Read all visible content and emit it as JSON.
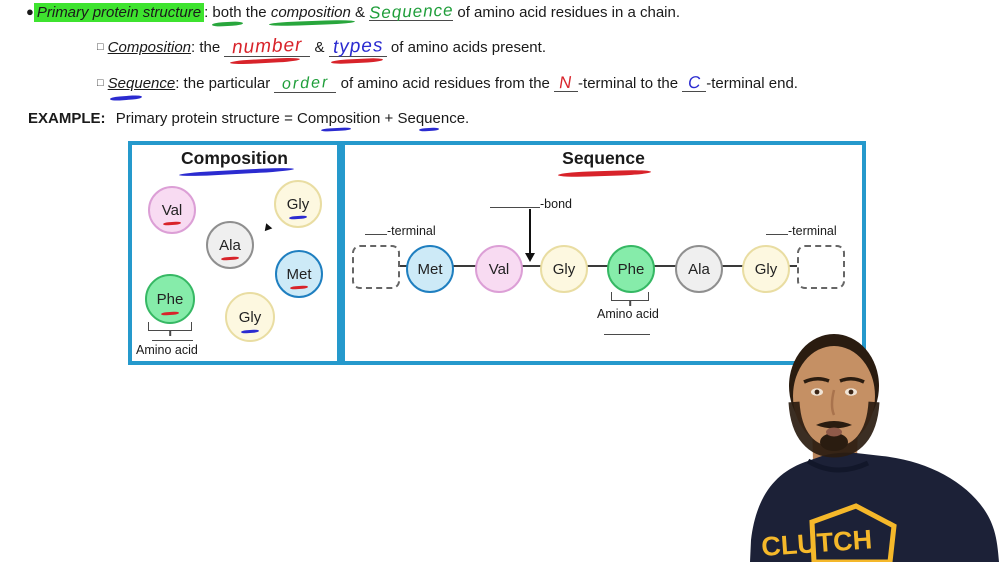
{
  "notes": {
    "line1": {
      "bullet": "●",
      "highlight": "Primary protein structure",
      "colon": ": ",
      "both": "both",
      "the": " the ",
      "composition_word": "composition",
      "amp": " & ",
      "handwritten": "Sequence",
      "rest": " of amino acid residues in a chain."
    },
    "line2": {
      "marker": "□",
      "term": "Composition",
      "pre": ": the ",
      "blank1": "number",
      "amp": " & ",
      "blank2": "types",
      "rest": " of amino acids present."
    },
    "line3": {
      "marker": "□",
      "term": "Sequence",
      "pre": ": the particular ",
      "blank1": "order",
      "mid": " of amino acid residues from the ",
      "blank2": "N",
      "mid2": "-terminal to the ",
      "blank3": "C",
      "rest": "-terminal end."
    },
    "example": {
      "label": "EXAMPLE:",
      "pre": "Primary protein structure = ",
      "word1": "Composition",
      "plus": " + ",
      "word2": "Sequence",
      "period": "."
    }
  },
  "diagram": {
    "composition": {
      "title": "Composition",
      "caption": "Amino acid",
      "amino_acids": [
        {
          "label": "Val"
        },
        {
          "label": "Gly"
        },
        {
          "label": "Ala"
        },
        {
          "label": "Met"
        },
        {
          "label": "Phe"
        },
        {
          "label": "Gly"
        }
      ]
    },
    "sequence": {
      "title": "Sequence",
      "bond_label": "-bond",
      "terminal_left": "-terminal",
      "terminal_right": "-terminal",
      "caption": "Amino acid",
      "chain": [
        {
          "label": "Met"
        },
        {
          "label": "Val"
        },
        {
          "label": "Gly"
        },
        {
          "label": "Phe"
        },
        {
          "label": "Ala"
        },
        {
          "label": "Gly"
        }
      ]
    }
  },
  "video": {
    "shirt_text": "CLUTCH"
  },
  "colors": {
    "highlight_green": "#3ee32f",
    "box_border_blue": "#2599cc",
    "ink_green": "#1f9e3a",
    "ink_red": "#d8232a",
    "ink_blue": "#2b2bd0",
    "shirt_navy": "#1c2137",
    "logo_gold": "#f5b82a"
  }
}
